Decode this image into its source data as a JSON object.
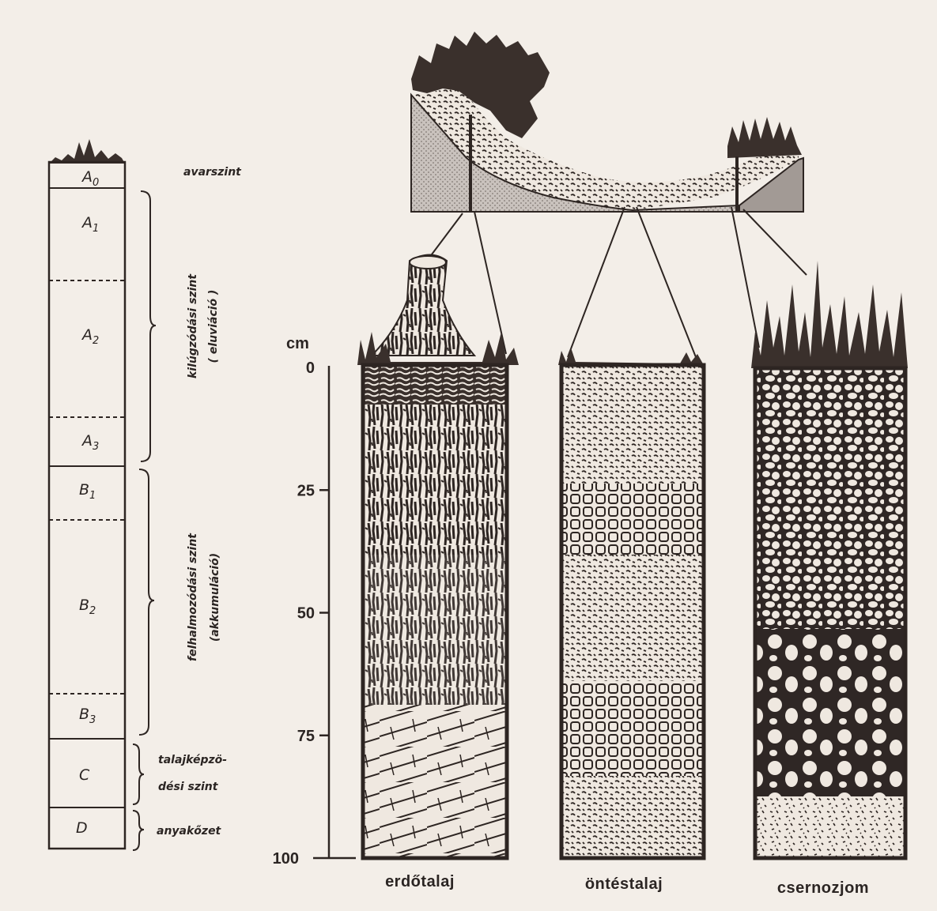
{
  "horizons": [
    {
      "main": "A",
      "sub": "0"
    },
    {
      "main": "A",
      "sub": "1"
    },
    {
      "main": "A",
      "sub": "2"
    },
    {
      "main": "A",
      "sub": "3"
    },
    {
      "main": "B",
      "sub": "1"
    },
    {
      "main": "B",
      "sub": "2"
    },
    {
      "main": "B",
      "sub": "3"
    },
    {
      "main": "C",
      "sub": ""
    },
    {
      "main": "D",
      "sub": ""
    }
  ],
  "zones": {
    "avarszint": "avarszint",
    "kilugzodasi": [
      "kilúgzódási szint",
      "( eluviáció )"
    ],
    "felhalmozodasi": [
      "felhalmozódási szint",
      "(akkumuláció)"
    ],
    "talajkepzodesi": [
      "talajképzö-",
      "dési szint"
    ],
    "anyakozet": "anyakőzet"
  },
  "axis": {
    "unit": "cm",
    "ticks": [
      "0",
      "25",
      "50",
      "75",
      "100"
    ]
  },
  "profiles": [
    "erdőtalaj",
    "öntéstalaj",
    "csernozjom"
  ]
}
